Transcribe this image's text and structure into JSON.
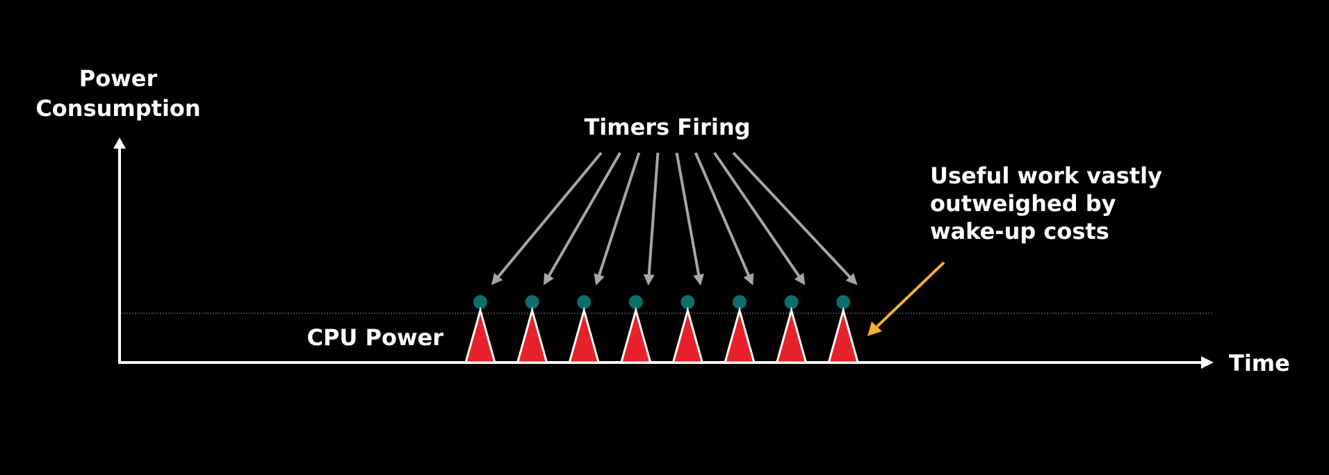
{
  "labels": {
    "y_axis_line1": "Power",
    "y_axis_line2": "Consumption",
    "x_axis": "Time",
    "series": "CPU Power",
    "timers": "Timers Firing",
    "note_line1": "Useful work vastly",
    "note_line2": "outweighed by",
    "note_line3": "wake-up costs"
  },
  "timer_count": 8,
  "colors": {
    "background": "#000000",
    "axis": "#ffffff",
    "spike_fill": "#e8222c",
    "spike_stroke": "#ffffff",
    "timer_dot": "#0b6e6a",
    "timer_arrow": "#a6a6a6",
    "note_arrow": "#f2b12e",
    "threshold_line": "#7a7a7a"
  }
}
